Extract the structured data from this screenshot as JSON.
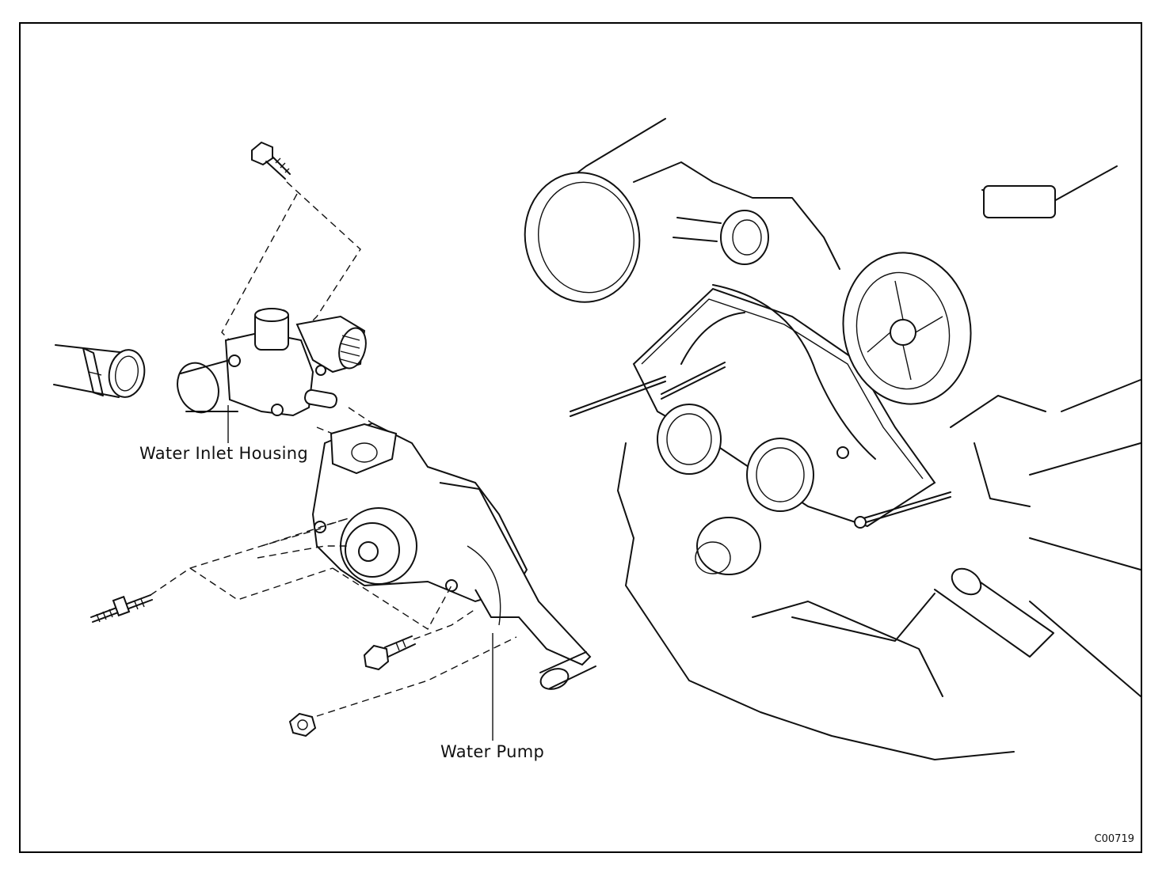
{
  "labels": {
    "water_inlet_housing": "Water Inlet Housing",
    "water_pump": "Water Pump"
  },
  "figure_code": "C00719"
}
